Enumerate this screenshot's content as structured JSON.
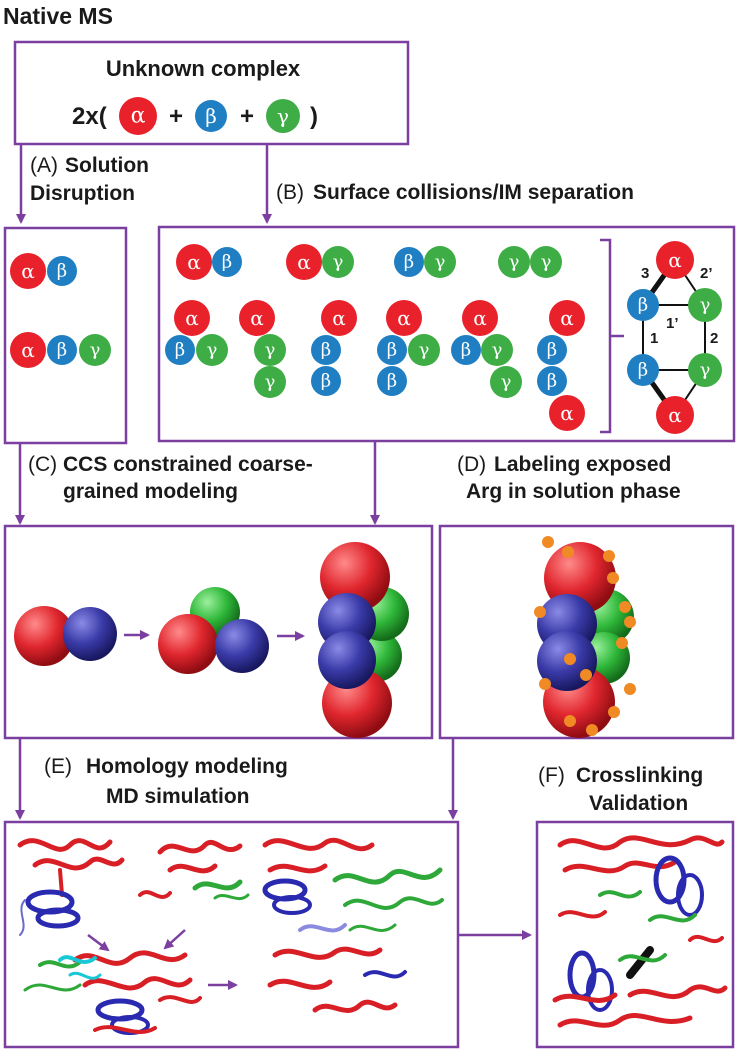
{
  "colors": {
    "frame": "#7b3fa0",
    "alpha": "#e8212b",
    "beta": "#1f7fc2",
    "gamma": "#3fad46",
    "blue_sphere": "#3a3aa8",
    "label_dot": "#f08a24"
  },
  "title": "Native MS",
  "complex": {
    "heading": "Unknown complex",
    "prefix": "2x(",
    "plus": "+",
    "suffix": ")"
  },
  "subunits": {
    "alpha": "α",
    "beta": "β",
    "gamma": "γ"
  },
  "steps": {
    "a_letter": "(A)",
    "a_line1": "Solution",
    "a_line2": "Disruption",
    "b_letter": "(B)",
    "b_text": "Surface collisions/IM separation",
    "c_letter": "(C)",
    "c_line1": "CCS constrained coarse-",
    "c_line2": "grained modeling",
    "d_letter": "(D)",
    "d_line1": "Labeling exposed",
    "d_line2": "Arg in solution phase",
    "e_letter": "(E)",
    "e_line1": "Homology modeling",
    "e_line2": "MD simulation",
    "f_letter": "(F)",
    "f_line1": "Crosslinking",
    "f_line2": "Validation"
  },
  "topology_labels": [
    "3",
    "2’",
    "1’",
    "1",
    "2"
  ]
}
